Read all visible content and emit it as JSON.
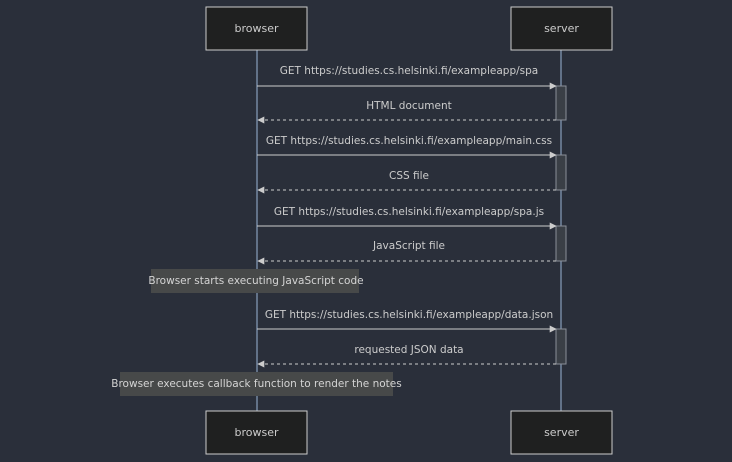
{
  "participants": [
    {
      "id": "browser",
      "label": "browser"
    },
    {
      "id": "server",
      "label": "server"
    }
  ],
  "messages": [
    {
      "from": "browser",
      "to": "server",
      "label": "GET https://studies.cs.helsinki.fi/exampleapp/spa",
      "style": "solid"
    },
    {
      "from": "server",
      "to": "browser",
      "label": "HTML document",
      "style": "dashed"
    },
    {
      "from": "browser",
      "to": "server",
      "label": "GET https://studies.cs.helsinki.fi/exampleapp/main.css",
      "style": "solid"
    },
    {
      "from": "server",
      "to": "browser",
      "label": "CSS file",
      "style": "dashed"
    },
    {
      "from": "browser",
      "to": "server",
      "label": "GET https://studies.cs.helsinki.fi/exampleapp/spa.js",
      "style": "solid"
    },
    {
      "from": "server",
      "to": "browser",
      "label": "JavaScript file",
      "style": "dashed"
    },
    {
      "from": "browser",
      "to": "server",
      "label": "GET https://studies.cs.helsinki.fi/exampleapp/data.json",
      "style": "solid"
    },
    {
      "from": "server",
      "to": "browser",
      "label": "requested JSON data",
      "style": "dashed"
    }
  ],
  "notes": [
    {
      "over": "browser",
      "text": "Browser starts executing JavaScript code"
    },
    {
      "over": "browser",
      "text": "Browser executes callback function to render the notes"
    }
  ],
  "colors": {
    "background": "#2a2f3a",
    "actor_fill": "#1f2020",
    "actor_stroke": "#cccccc",
    "lifeline": "#9bb4d6",
    "message": "#cccccc",
    "note_fill": "#474949"
  }
}
